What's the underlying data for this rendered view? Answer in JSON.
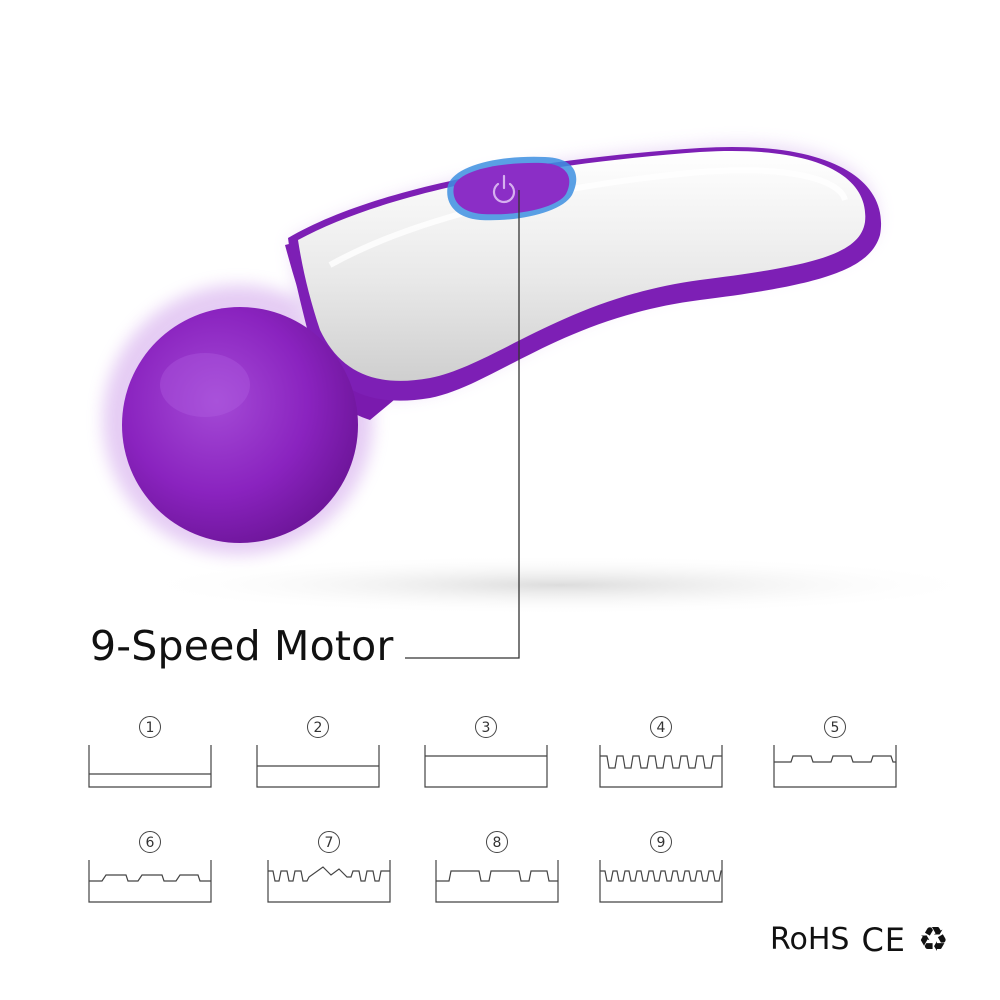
{
  "callout": {
    "label": "9-Speed Motor"
  },
  "modes": [
    {
      "number": "1",
      "pattern": "constant"
    },
    {
      "number": "2",
      "pattern": "constant"
    },
    {
      "number": "3",
      "pattern": "constant"
    },
    {
      "number": "4",
      "pattern": "fast-pulse"
    },
    {
      "number": "5",
      "pattern": "slow-pulse"
    },
    {
      "number": "6",
      "pattern": "ramp-pulse"
    },
    {
      "number": "7",
      "pattern": "wave"
    },
    {
      "number": "8",
      "pattern": "wide-pulse"
    },
    {
      "number": "9",
      "pattern": "rapid-pulse"
    }
  ],
  "certifications": {
    "rohs": "RoHS",
    "ce": "CE",
    "recycle_icon": "recycle-icon"
  },
  "colors": {
    "body_purple": "#8a2bbf",
    "handle_white": "#eeeeee",
    "button_glow": "#3d8fe0"
  }
}
